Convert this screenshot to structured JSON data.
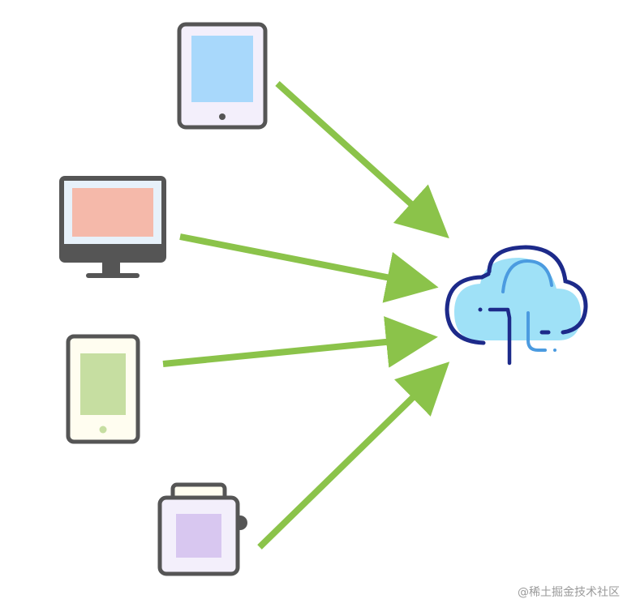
{
  "diagram": {
    "devices": [
      {
        "kind": "tablet",
        "screen_color": "#a8d8fb",
        "body_fill": "#f3effb"
      },
      {
        "kind": "desktop-monitor",
        "screen_color": "#f5b9aa",
        "body_fill": "#e7f1fa"
      },
      {
        "kind": "smartphone",
        "screen_color": "#c6dea1",
        "body_fill": "#fffdf0"
      },
      {
        "kind": "smartwatch",
        "screen_color": "#d8c7f0",
        "body_fill": "#f3effb"
      }
    ],
    "target": {
      "kind": "cloud",
      "fill": "#9fe1f7",
      "stroke": "#1d2a8a",
      "accent": "#4b9be0"
    },
    "arrow_color": "#8bc34a",
    "device_stroke": "#555555"
  },
  "watermark": {
    "text": "@稀土掘金技术社区"
  }
}
